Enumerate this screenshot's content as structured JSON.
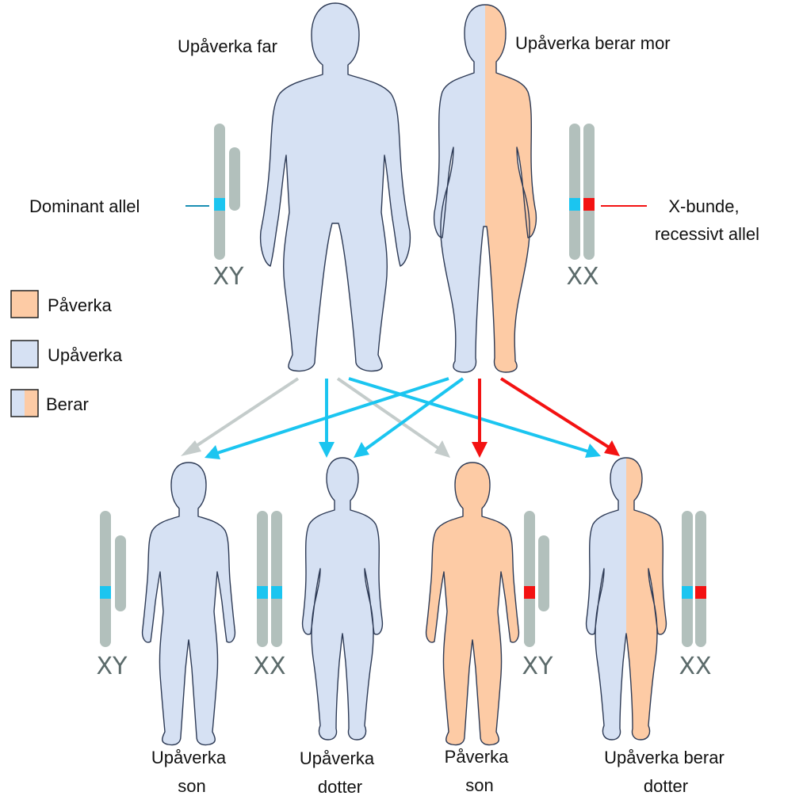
{
  "colors": {
    "affected": "#fdcba5",
    "unaffected": "#d6e1f3",
    "outline": "#2d3a55",
    "chromosome": "#b2c0bc",
    "dominant_allele": "#1bc5f0",
    "recessive_allele": "#f31212",
    "arrow_gray": "#c4cccb",
    "arrow_blue": "#1bc5f0",
    "arrow_red": "#f31212",
    "dominant_label": "#1a8fb3",
    "recessive_label": "#f31212",
    "chromosome_label": "#5c6b6b"
  },
  "parents": {
    "father": {
      "label": "Upåverka far",
      "chromosomes": "XY",
      "status": "unaffected"
    },
    "mother": {
      "label": "Upåverka berar mor",
      "chromosomes": "XX",
      "status": "carrier"
    }
  },
  "alleles": {
    "dominant": "Dominant allel",
    "recessive_line1": "X-bunde,",
    "recessive_line2": "recessivt allel"
  },
  "legend": [
    {
      "label": "Påverka",
      "status": "affected"
    },
    {
      "label": "Upåverka",
      "status": "unaffected"
    },
    {
      "label": "Berar",
      "status": "carrier"
    }
  ],
  "children": [
    {
      "line1": "Upåverka",
      "line2": "son",
      "chromosomes": "XY",
      "status": "unaffected"
    },
    {
      "line1": "Upåverka",
      "line2": "dotter",
      "chromosomes": "XX",
      "status": "unaffected"
    },
    {
      "line1": "Påverka",
      "line2": "son",
      "chromosomes": "XY",
      "status": "affected"
    },
    {
      "line1": "Upåverka berar",
      "line2": "dotter",
      "chromosomes": "XX",
      "status": "carrier"
    }
  ]
}
